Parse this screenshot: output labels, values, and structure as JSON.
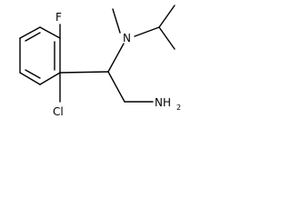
{
  "molecule": {
    "labels": {
      "fluorine": "F",
      "nitrogen": "N",
      "chlorine": "Cl",
      "amine": "NH",
      "amine_subscript": "2"
    }
  }
}
